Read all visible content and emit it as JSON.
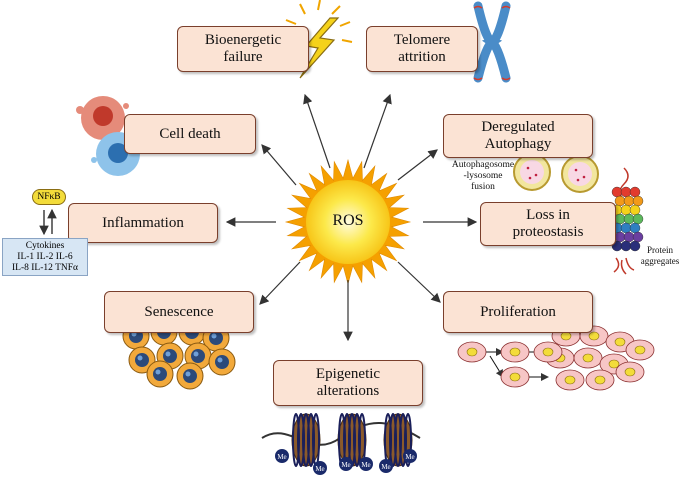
{
  "center": {
    "label": "ROS"
  },
  "nodes": {
    "bioenergetic": "Bioenergetic\nfailure",
    "telomere": "Telomere\nattrition",
    "cell_death": "Cell death",
    "autophagy": "Deregulated\nAutophagy",
    "inflammation": "Inflammation",
    "proteostasis": "Loss in\nproteostasis",
    "senescence": "Senescence",
    "proliferation": "Proliferation",
    "epigenetic": "Epigenetic\nalterations"
  },
  "annotations": {
    "nfkb": "NFκB",
    "cytokines": "Cytokines\nIL-1 IL-2 IL-6\nIL-8 IL-12 TNFα",
    "autophagosome": "Autophagosome\n-lysosome\nfusion",
    "protein_aggregates": "Protein\naggregates",
    "methyl": "Me"
  },
  "colors": {
    "box_fill": "#fbe3d4",
    "box_border": "#7a3f2c",
    "sun_core": "#fce94a",
    "sun_rays": "#f5a000",
    "arrow": "#333333"
  }
}
